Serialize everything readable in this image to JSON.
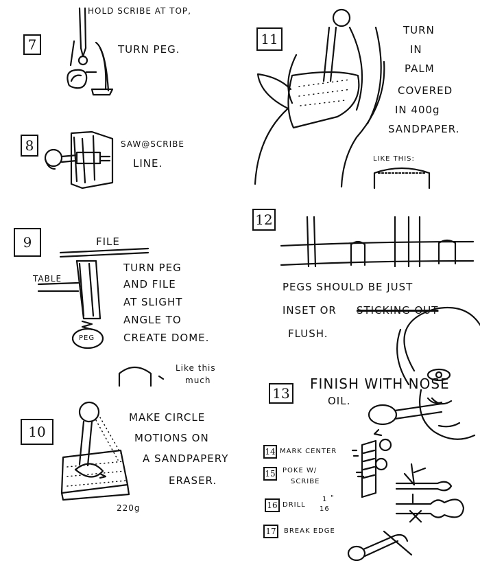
{
  "steps": [
    {
      "number": "7",
      "text": [
        "HOLD SCRIBE AT TOP,",
        "TURN PEG."
      ]
    },
    {
      "number": "8",
      "text": [
        "SAW@SCRIBE",
        "LINE."
      ]
    },
    {
      "number": "9",
      "labels": {
        "file": "FILE",
        "table": "TABLE",
        "peg": "PEG"
      },
      "text": [
        "TURN PEG",
        "AND FILE",
        "AT SLIGHT",
        "ANGLE TO",
        "CREATE DOME."
      ],
      "note": [
        "Like this",
        "much"
      ]
    },
    {
      "number": "10",
      "text": [
        "MAKE CIRCLE",
        "MOTIONS ON",
        "A SANDPAPERY",
        "ERASER."
      ],
      "grit": "220g"
    },
    {
      "number": "11",
      "text": [
        "TURN",
        "IN",
        "PALM",
        "COVERED",
        "IN 400g",
        "SANDPAPER."
      ],
      "note": "LIKE THIS:"
    },
    {
      "number": "12",
      "text": [
        "PEGS SHOULD BE JUST",
        "INSET OR"
      ],
      "struck": "STICKING OUT",
      "last": "FLUSH."
    },
    {
      "number": "13",
      "text": [
        "FINISH WITH NOSE",
        "OIL."
      ]
    },
    {
      "number": "14",
      "text": "MARK CENTER"
    },
    {
      "number": "15",
      "text": [
        "POKE W/",
        "SCRIBE"
      ]
    },
    {
      "number": "16",
      "text": "DRILL",
      "fraction": {
        "num": "1",
        "den": "16",
        "unit": "\""
      }
    },
    {
      "number": "17",
      "text": "BREAK EDGE"
    }
  ]
}
